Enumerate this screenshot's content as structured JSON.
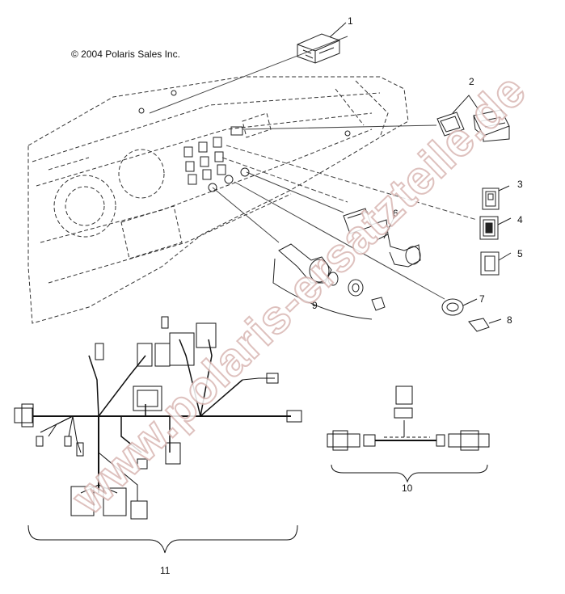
{
  "diagram": {
    "copyright": "© 2004 Polaris Sales Inc.",
    "watermark": "www.polaris-ersatzteile.de",
    "callouts": [
      "1",
      "2",
      "3",
      "4",
      "5",
      "6",
      "7",
      "8",
      "9",
      "10",
      "11"
    ]
  }
}
